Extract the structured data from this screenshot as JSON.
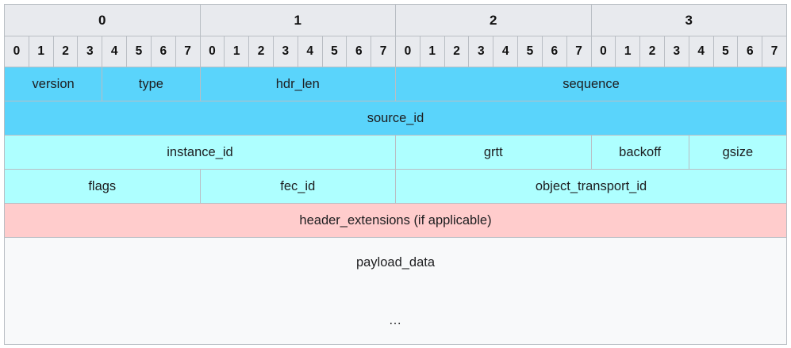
{
  "diagram": {
    "title": "packet-header-layout",
    "bits_per_row": 32,
    "colors": {
      "header_bg": "#E8EAEE",
      "field_cyan_dark": "#5AD4FB",
      "field_cyan_light": "#AEFFFF",
      "field_pink": "#FFCCCC",
      "payload_bg": "#F8F9FA",
      "border": "#B9BEC4"
    }
  },
  "byte_ruler": {
    "labels": [
      "0",
      "1",
      "2",
      "3"
    ]
  },
  "bit_ruler": {
    "labels": [
      "0",
      "1",
      "2",
      "3",
      "4",
      "5",
      "6",
      "7",
      "0",
      "1",
      "2",
      "3",
      "4",
      "5",
      "6",
      "7",
      "0",
      "1",
      "2",
      "3",
      "4",
      "5",
      "6",
      "7",
      "0",
      "1",
      "2",
      "3",
      "4",
      "5",
      "6",
      "7"
    ]
  },
  "rows": [
    {
      "index": 0,
      "fields": [
        {
          "label": "version",
          "bits": 4,
          "color": "cyan-dark"
        },
        {
          "label": "type",
          "bits": 4,
          "color": "cyan-dark"
        },
        {
          "label": "hdr_len",
          "bits": 8,
          "color": "cyan-dark"
        },
        {
          "label": "sequence",
          "bits": 16,
          "color": "cyan-dark"
        }
      ]
    },
    {
      "index": 1,
      "fields": [
        {
          "label": "source_id",
          "bits": 32,
          "color": "cyan-dark"
        }
      ]
    },
    {
      "index": 2,
      "fields": [
        {
          "label": "instance_id",
          "bits": 16,
          "color": "cyan-light"
        },
        {
          "label": "grtt",
          "bits": 8,
          "color": "cyan-light"
        },
        {
          "label": "backoff",
          "bits": 4,
          "color": "cyan-light"
        },
        {
          "label": "gsize",
          "bits": 4,
          "color": "cyan-light"
        }
      ]
    },
    {
      "index": 3,
      "fields": [
        {
          "label": "flags",
          "bits": 8,
          "color": "cyan-light"
        },
        {
          "label": "fec_id",
          "bits": 8,
          "color": "cyan-light"
        },
        {
          "label": "object_transport_id",
          "bits": 16,
          "color": "cyan-light"
        }
      ]
    },
    {
      "index": 4,
      "fields": [
        {
          "label": "header_extensions (if applicable)",
          "bits": 32,
          "color": "pink"
        }
      ]
    }
  ],
  "payload": {
    "label": "payload_data",
    "ellipsis": "…",
    "bits": 32
  }
}
